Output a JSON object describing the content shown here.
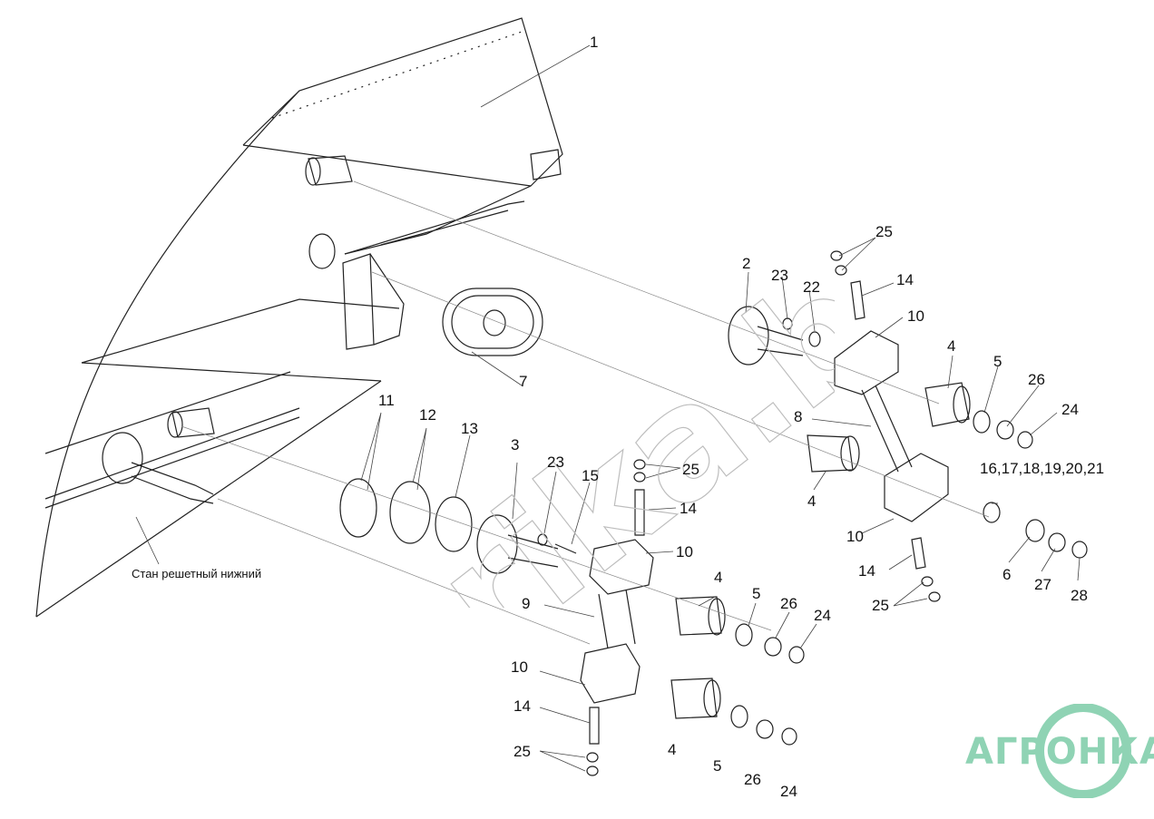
{
  "labels": {
    "l1": "1",
    "l2": "2",
    "l23a": "23",
    "l22": "22",
    "l25a": "25",
    "l14a": "14",
    "l10a": "10",
    "l4a": "4",
    "l5a": "5",
    "l26a": "26",
    "l24a": "24",
    "l7": "7",
    "l8": "8",
    "l4b": "4",
    "l11": "11",
    "l12": "12",
    "l13": "13",
    "l3": "3",
    "l23b": "23",
    "l15": "15",
    "l25b": "25",
    "l14b": "14",
    "l10b": "10",
    "l9": "9",
    "l4c": "4",
    "l5b": "5",
    "l26b": "26",
    "l24b": "24",
    "l10c": "10",
    "l14c": "14",
    "l25c": "25",
    "l4d": "4",
    "l5c": "5",
    "l26c": "26",
    "l24c": "24",
    "l16": "16,17,18,19,20,21",
    "l10d": "10",
    "l14d": "14",
    "l25d": "25",
    "l6": "6",
    "l27": "27",
    "l28": "28",
    "stan": "Стан решетный нижний"
  },
  "watermark_text": "rika.by",
  "logo_text": "АГРОНКА",
  "colors": {
    "line": "#222222",
    "leader": "#555555",
    "watermark": "#e8e8e8",
    "logo": "#8fd3b4"
  }
}
